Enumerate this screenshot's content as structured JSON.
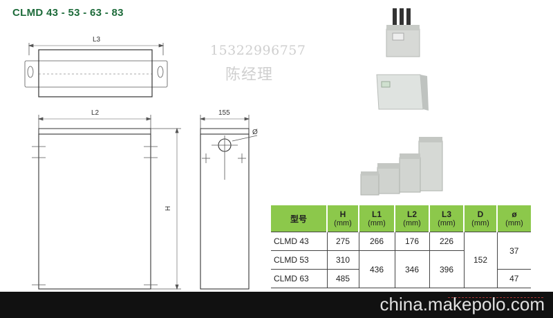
{
  "title": "CLMD 43 - 53 - 63 - 83",
  "drawing": {
    "l3": "L3",
    "l2": "L2",
    "h": "H",
    "width_155": "155",
    "diameter": "Ø"
  },
  "watermark": {
    "phone": "15322996757",
    "name": "陈经理"
  },
  "table": {
    "headers": [
      {
        "label": "型号",
        "unit": ""
      },
      {
        "label": "H",
        "unit": "(mm)"
      },
      {
        "label": "L1",
        "unit": "(mm)"
      },
      {
        "label": "L2",
        "unit": "(mm)"
      },
      {
        "label": "L3",
        "unit": "(mm)"
      },
      {
        "label": "D",
        "unit": "(mm)"
      },
      {
        "label": "ø",
        "unit": "(mm)"
      }
    ],
    "rows": [
      {
        "model": "CLMD 43",
        "h": "275",
        "l1": "266",
        "l2": "176",
        "l3": "226"
      },
      {
        "model": "CLMD 53",
        "h": "310"
      },
      {
        "model": "CLMD 63",
        "h": "485"
      }
    ],
    "l1_merged": "436",
    "l2_merged": "346",
    "l3_merged": "396",
    "d_merged": "152",
    "phi_top": "37",
    "phi_bottom": "47"
  },
  "footer": {
    "brand": "china.makepolo.com"
  }
}
